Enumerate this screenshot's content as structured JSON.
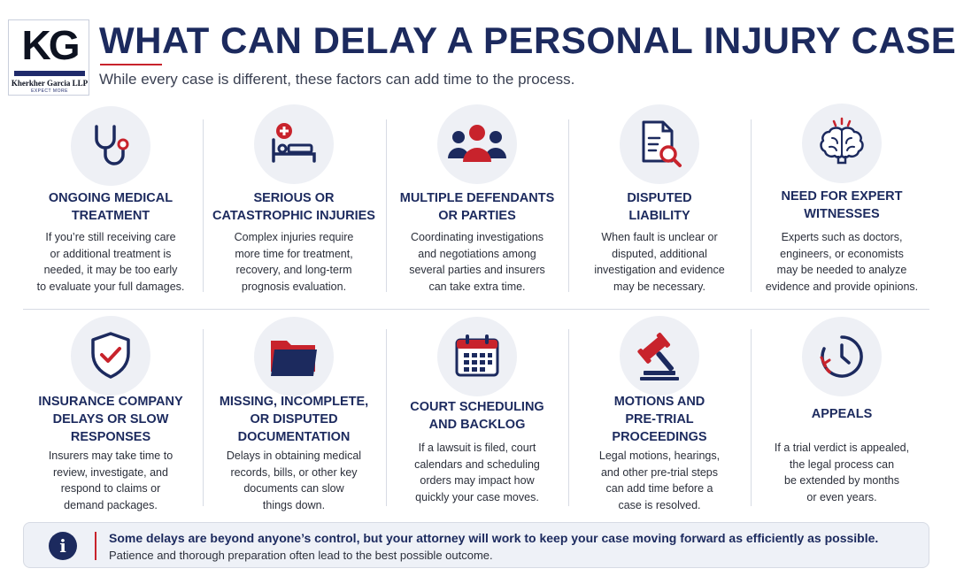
{
  "logo": {
    "letters": "KG",
    "name": "Kherkher Garcia LLP",
    "tagline": "EXPECT MORE"
  },
  "header": {
    "title": "WHAT CAN DELAY A PERSONAL INJURY CASE?",
    "subtitle": "While every case is different, these factors can add time to the process."
  },
  "colors": {
    "navy": "#1c2a5e",
    "red": "#c8232c",
    "circle": "#eef0f5"
  },
  "factors": [
    {
      "icon": "stethoscope-icon",
      "title": [
        "ONGOING MEDICAL",
        "TREATMENT"
      ],
      "text": [
        "If you’re still receiving care",
        "or additional treatment is",
        "needed, it may be too early",
        "to evaluate your full damages."
      ]
    },
    {
      "icon": "hospital-bed-icon",
      "title": [
        "SERIOUS OR",
        "CATASTROPHIC INJURIES"
      ],
      "text": [
        "Complex injuries require",
        "more time for treatment,",
        "recovery, and long-term",
        "prognosis evaluation."
      ]
    },
    {
      "icon": "group-icon",
      "title": [
        "MULTIPLE DEFENDANTS",
        "OR PARTIES"
      ],
      "text": [
        "Coordinating investigations",
        "and negotiations among",
        "several parties and insurers",
        "can take extra time."
      ]
    },
    {
      "icon": "document-search-icon",
      "title": [
        "DISPUTED",
        "LIABILITY"
      ],
      "text": [
        "When fault is unclear or",
        "disputed, additional",
        "investigation and evidence",
        "may be necessary."
      ]
    },
    {
      "icon": "brain-icon",
      "title": [
        "NEED FOR EXPERT",
        "WITNESSES"
      ],
      "text": [
        "Experts such as doctors,",
        "engineers, or economists",
        "may be needed to analyze",
        "evidence and provide opinions."
      ]
    },
    {
      "icon": "shield-check-icon",
      "title": [
        "INSURANCE COMPANY",
        "DELAYS OR SLOW",
        "RESPONSES"
      ],
      "text": [
        "Insurers may take time to",
        "review, investigate, and",
        "respond to claims or",
        "demand packages."
      ]
    },
    {
      "icon": "folder-icon",
      "title": [
        "MISSING, INCOMPLETE,",
        "OR DISPUTED",
        "DOCUMENTATION"
      ],
      "text": [
        "Delays in obtaining medical",
        "records, bills, or other key",
        "documents can slow",
        "things down."
      ]
    },
    {
      "icon": "calendar-icon",
      "title": [
        "COURT SCHEDULING",
        "AND BACKLOG"
      ],
      "text": [
        "If a lawsuit is filed, court",
        "calendars and scheduling",
        "orders may impact how",
        "quickly your case moves."
      ]
    },
    {
      "icon": "gavel-icon",
      "title": [
        "MOTIONS AND",
        "PRE-TRIAL",
        "PROCEEDINGS"
      ],
      "text": [
        "Legal motions, hearings,",
        "and other pre-trial steps",
        "can add time before a",
        "case is resolved."
      ]
    },
    {
      "icon": "clock-arrow-icon",
      "title": [
        "APPEALS"
      ],
      "text": [
        "If a trial verdict is appealed,",
        "the legal process can",
        "be extended by months",
        "or even years."
      ]
    }
  ],
  "footer": {
    "icon": "info-icon",
    "main": "Some delays are beyond anyone’s control, but your attorney will work to keep your case moving forward as efficiently as possible.",
    "sub": "Patience and thorough preparation often lead to the best possible outcome."
  }
}
